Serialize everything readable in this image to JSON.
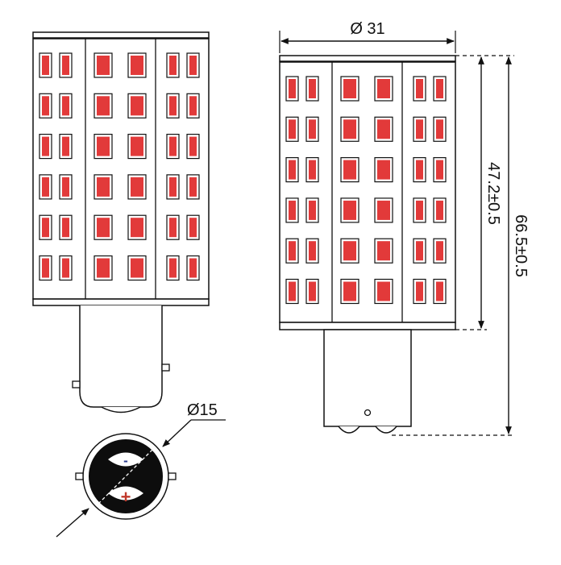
{
  "dimensions": {
    "diameter_body": "Ø 31",
    "length_body": "47.2±0.5",
    "length_total": "66.5±0.5",
    "diameter_base": "Ø15"
  },
  "polarity": {
    "negative": "-",
    "positive": "+"
  },
  "led_grid": {
    "rows": 6,
    "panels": 3
  },
  "colors": {
    "led": "#e23a3a",
    "outline": "#111111",
    "positive": "#c0392b",
    "negative": "#2c3e8f"
  }
}
